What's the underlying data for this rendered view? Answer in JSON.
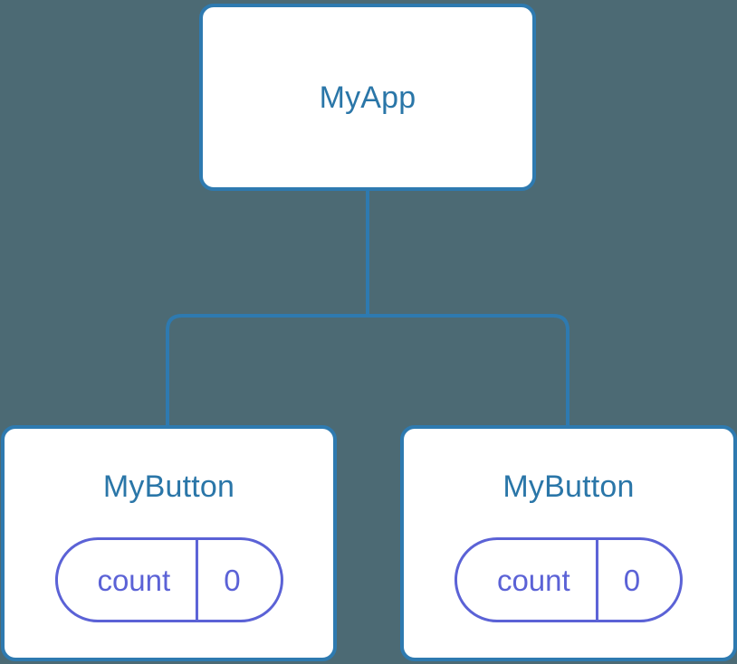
{
  "diagram": {
    "kind": "component-tree",
    "background_color": "#4c6a74",
    "node_border_color": "#2e7ab0",
    "node_fill_color": "#ffffff",
    "node_text_color": "#2a76a8",
    "state_color": "#5b62d6",
    "connector_color": "#2e7ab0"
  },
  "root": {
    "label": "MyApp"
  },
  "children": [
    {
      "label": "MyButton",
      "state": {
        "key": "count",
        "value": "0"
      }
    },
    {
      "label": "MyButton",
      "state": {
        "key": "count",
        "value": "0"
      }
    }
  ]
}
